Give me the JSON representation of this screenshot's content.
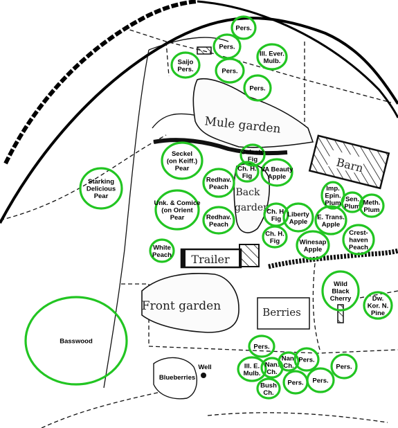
{
  "map": {
    "colors": {
      "tree_outline": "#22c522",
      "ink": "#111111",
      "paper": "#ffffff"
    },
    "areas": {
      "mule_garden": "Mule garden",
      "back_garden_line1": "Back",
      "back_garden_line2": "garden",
      "front_garden": "Front garden",
      "berries": "Berries",
      "barn": "Barn",
      "trailer": "Trailer",
      "well": "Well",
      "blueberries": "Blueberries"
    },
    "trees": [
      {
        "lines": [
          "Pers."
        ]
      },
      {
        "lines": [
          "Pers."
        ]
      },
      {
        "lines": [
          "Ill. Ever.",
          "Mulb."
        ]
      },
      {
        "lines": [
          "Saijo",
          "Pers."
        ]
      },
      {
        "lines": [
          "Pers."
        ]
      },
      {
        "lines": [
          "Pers."
        ]
      },
      {
        "lines": [
          "Seckel",
          "(on Keiff.)",
          "Pear"
        ]
      },
      {
        "lines": [
          "Celeste",
          "Fig"
        ]
      },
      {
        "lines": [
          "Ch. H.",
          "Fig"
        ]
      },
      {
        "lines": [
          "VA Beauty",
          "Apple"
        ]
      },
      {
        "lines": [
          "Starking",
          "Delicious",
          "Pear"
        ]
      },
      {
        "lines": [
          "Redhav.",
          "Peach"
        ]
      },
      {
        "lines": [
          "Unk. & Comice",
          "(on Orient",
          "Pear"
        ]
      },
      {
        "lines": [
          "Redhav.",
          "Peach"
        ]
      },
      {
        "lines": [
          "Ch. H.",
          "Fig"
        ]
      },
      {
        "lines": [
          "Liberty",
          "Apple"
        ]
      },
      {
        "lines": [
          "E. Trans.",
          "Apple"
        ]
      },
      {
        "lines": [
          "Imp.",
          "Epin.",
          "Plum"
        ]
      },
      {
        "lines": [
          "Sen.",
          "Plum"
        ]
      },
      {
        "lines": [
          "Meth.",
          "Plum"
        ]
      },
      {
        "lines": [
          "Ch. H.",
          "Fig"
        ]
      },
      {
        "lines": [
          "Winesap",
          "Apple"
        ]
      },
      {
        "lines": [
          "Crest-",
          "haven",
          "Peach"
        ]
      },
      {
        "lines": [
          "White",
          "Peach"
        ]
      },
      {
        "lines": [
          "Wild",
          "Black",
          "Cherry"
        ]
      },
      {
        "lines": [
          "Dw.",
          "Kor. N.",
          "Pine"
        ]
      },
      {
        "lines": [
          "Basswood"
        ]
      },
      {
        "lines": [
          "Pers."
        ]
      },
      {
        "lines": [
          "Ill. E.",
          "Mulb."
        ]
      },
      {
        "lines": [
          "Nan.",
          "Ch."
        ]
      },
      {
        "lines": [
          "Nan.",
          "Ch."
        ]
      },
      {
        "lines": [
          "Pers."
        ]
      },
      {
        "lines": [
          "Pers."
        ]
      },
      {
        "lines": [
          "Bush",
          "Ch."
        ]
      },
      {
        "lines": [
          "Pers."
        ]
      },
      {
        "lines": [
          "Pers."
        ]
      }
    ]
  }
}
